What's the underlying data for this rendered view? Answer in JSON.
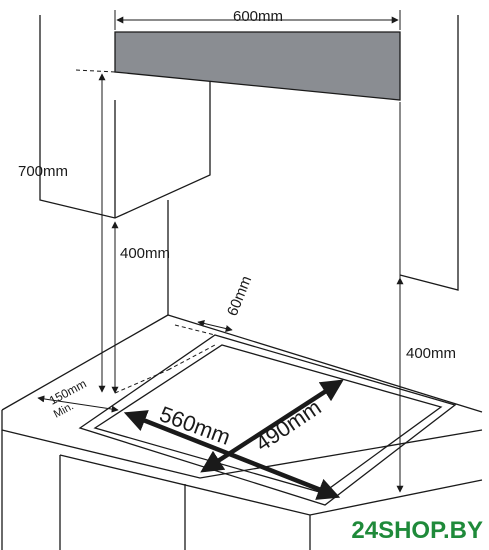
{
  "dimensions": {
    "hood_width": "600mm",
    "cabinet_height": "700mm",
    "cabinet_clearance": "400mm",
    "back_gap": "60mm",
    "right_clearance": "400mm",
    "side_gap": "150mm",
    "side_gap_note": "Min.",
    "cutout_width": "560mm",
    "cutout_depth": "490mm"
  },
  "watermark": {
    "text": "24SHOP.BY"
  },
  "colors": {
    "line": "#1a1a1a",
    "hood_fill": "#8a8d92",
    "watermark": "#1f8a3a",
    "text": "#1a1a1a"
  }
}
